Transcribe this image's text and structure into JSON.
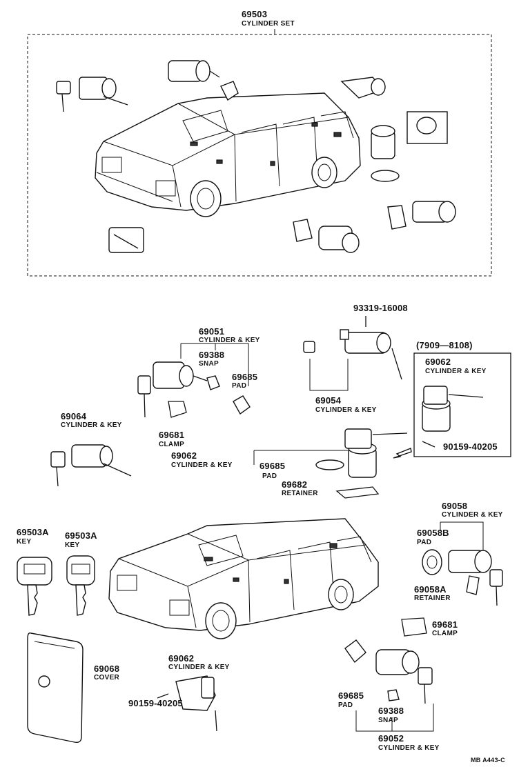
{
  "cylinder_set": {
    "number": "69503",
    "desc": "CYLINDER SET"
  },
  "callouts": {
    "c69051": {
      "number": "69051",
      "desc": "CYLINDER & KEY"
    },
    "c69388_top": {
      "number": "69388",
      "desc": "SNAP"
    },
    "c69685_top": {
      "number": "69685",
      "desc": "PAD"
    },
    "c69681_top": {
      "number": "69681",
      "desc": "CLAMP"
    },
    "c69064": {
      "number": "69064",
      "desc": "CYLINDER & KEY"
    },
    "c69062_mid": {
      "number": "69062",
      "desc": "CYLINDER & KEY"
    },
    "c69685_mid": {
      "number": "69685",
      "desc": "PAD"
    },
    "c69682": {
      "number": "69682",
      "desc": "RETAINER"
    },
    "c93319": {
      "number": "93319-16008"
    },
    "c69054": {
      "number": "69054",
      "desc": "CYLINDER & KEY"
    },
    "date_range": "(7909—8108)",
    "c69062_box": {
      "number": "69062",
      "desc": "CYLINDER & KEY"
    },
    "c90159_box": {
      "number": "90159-40205"
    },
    "c69503a_1": {
      "number": "69503A",
      "desc": "KEY"
    },
    "c69503a_2": {
      "number": "69503A",
      "desc": "KEY"
    },
    "c69068": {
      "number": "69068",
      "desc": "COVER"
    },
    "c69062_bot": {
      "number": "69062",
      "desc": "CYLINDER & KEY"
    },
    "c90159_bot": {
      "number": "90159-40205"
    },
    "c69058": {
      "number": "69058",
      "desc": "CYLINDER & KEY"
    },
    "c69058b": {
      "number": "69058B",
      "desc": "PAD"
    },
    "c69058a": {
      "number": "69058A",
      "desc": "RETAINER"
    },
    "c69681_bot": {
      "number": "69681",
      "desc": "CLAMP"
    },
    "c69685_bot": {
      "number": "69685",
      "desc": "PAD"
    },
    "c69388_bot": {
      "number": "69388",
      "desc": "SNAP"
    },
    "c69052": {
      "number": "69052",
      "desc": "CYLINDER & KEY"
    }
  },
  "diagram_ref": "MB  A443-C",
  "icons": [
    "station-wagon-illustration",
    "lock-cylinder-icon",
    "key-icon",
    "pad-icon",
    "clamp-icon",
    "snap-icon",
    "key-cover-icon",
    "screw-icon",
    "arrow-icon"
  ]
}
